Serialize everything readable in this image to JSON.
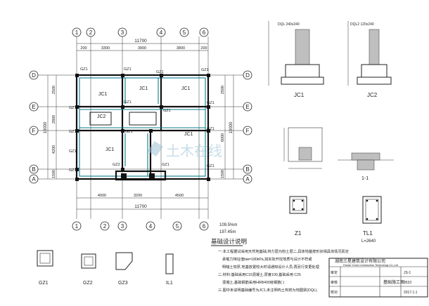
{
  "plan": {
    "axis_top": [
      "1",
      "2",
      "3",
      "4",
      "5",
      "6"
    ],
    "axis_bottom": [
      "1",
      "2",
      "3",
      "4",
      "5",
      "6"
    ],
    "axis_left": [
      "D",
      "E",
      "F",
      "B",
      "A"
    ],
    "axis_right": [
      "D",
      "E",
      "F",
      "B",
      "A"
    ],
    "dim_top_total": "11700",
    "dim_top_segments": [
      "200",
      "3300",
      "3900",
      "3800",
      "200"
    ],
    "dim_bottom_segments": [
      "4000",
      "3200",
      "4500"
    ],
    "dim_bottom_total": "11700",
    "dim_left_segments": [
      "2500",
      "2800",
      "4200",
      "1500"
    ],
    "dim_left_total": "10000",
    "dim_right_segments": [
      "2500",
      "6000",
      "1500"
    ],
    "dim_right_total": "10000",
    "footings": [
      "JC1",
      "JC1",
      "JC1",
      "JC2",
      "JC1",
      "JC1"
    ],
    "columns": [
      "GZ1",
      "GZ1",
      "GZ1",
      "GZ1",
      "GZ1",
      "GZ1",
      "GZ1",
      "GZ1",
      "GZ1",
      "GZ1",
      "GZ1",
      "GZ1",
      "GZ1",
      "GZ1",
      "GZ2",
      "GZ1"
    ]
  },
  "details": {
    "jc1_label": "JC1",
    "jc2_label": "JC2",
    "jc1_note": "DQL 240x240",
    "jc2_note": "DQL2 120x240",
    "z1_label": "Z1",
    "tl1_label": "TL1",
    "tl1_len": "L=2640",
    "section_label": "1-1",
    "gz1": "GZ1",
    "gz2": "GZ2",
    "gz3": "GZ3",
    "ill": "IL1"
  },
  "notes": {
    "elev1": "109.5%m",
    "elev2": "197.45m",
    "title": "基础设计说明",
    "lines": [
      "一.本工程据试采用天然地基础,持力层为粉土层二,具体地基按形状相具体情况而定",
      "承载力特征值fak=180kPa,如实际开挖地质与设计不符或",
      "明暗土较厚,地基放置较大时请通知设计人员,再另行变更处理",
      "二.材料:基础采用C15混凝土,厚度100,基础采用 C25",
      "混凝土,基础钢筋采用HRB400级钢筋(  )",
      "三.图中未说明基础编号为JC1,未注明构土构筑为地圈梁(DQL)."
    ]
  },
  "title_block": {
    "company_cn": "湖南三星建筑设计有限公司",
    "company_en": "Hunan Yuntu Construction Technology Co.,Ltd",
    "drawing_name": "基础施工图",
    "row_labels": [
      "审定",
      "审核",
      "校对"
    ],
    "codes": [
      "JS-1",
      "0533",
      "2017.1.1"
    ]
  },
  "watermark": "土木在线"
}
